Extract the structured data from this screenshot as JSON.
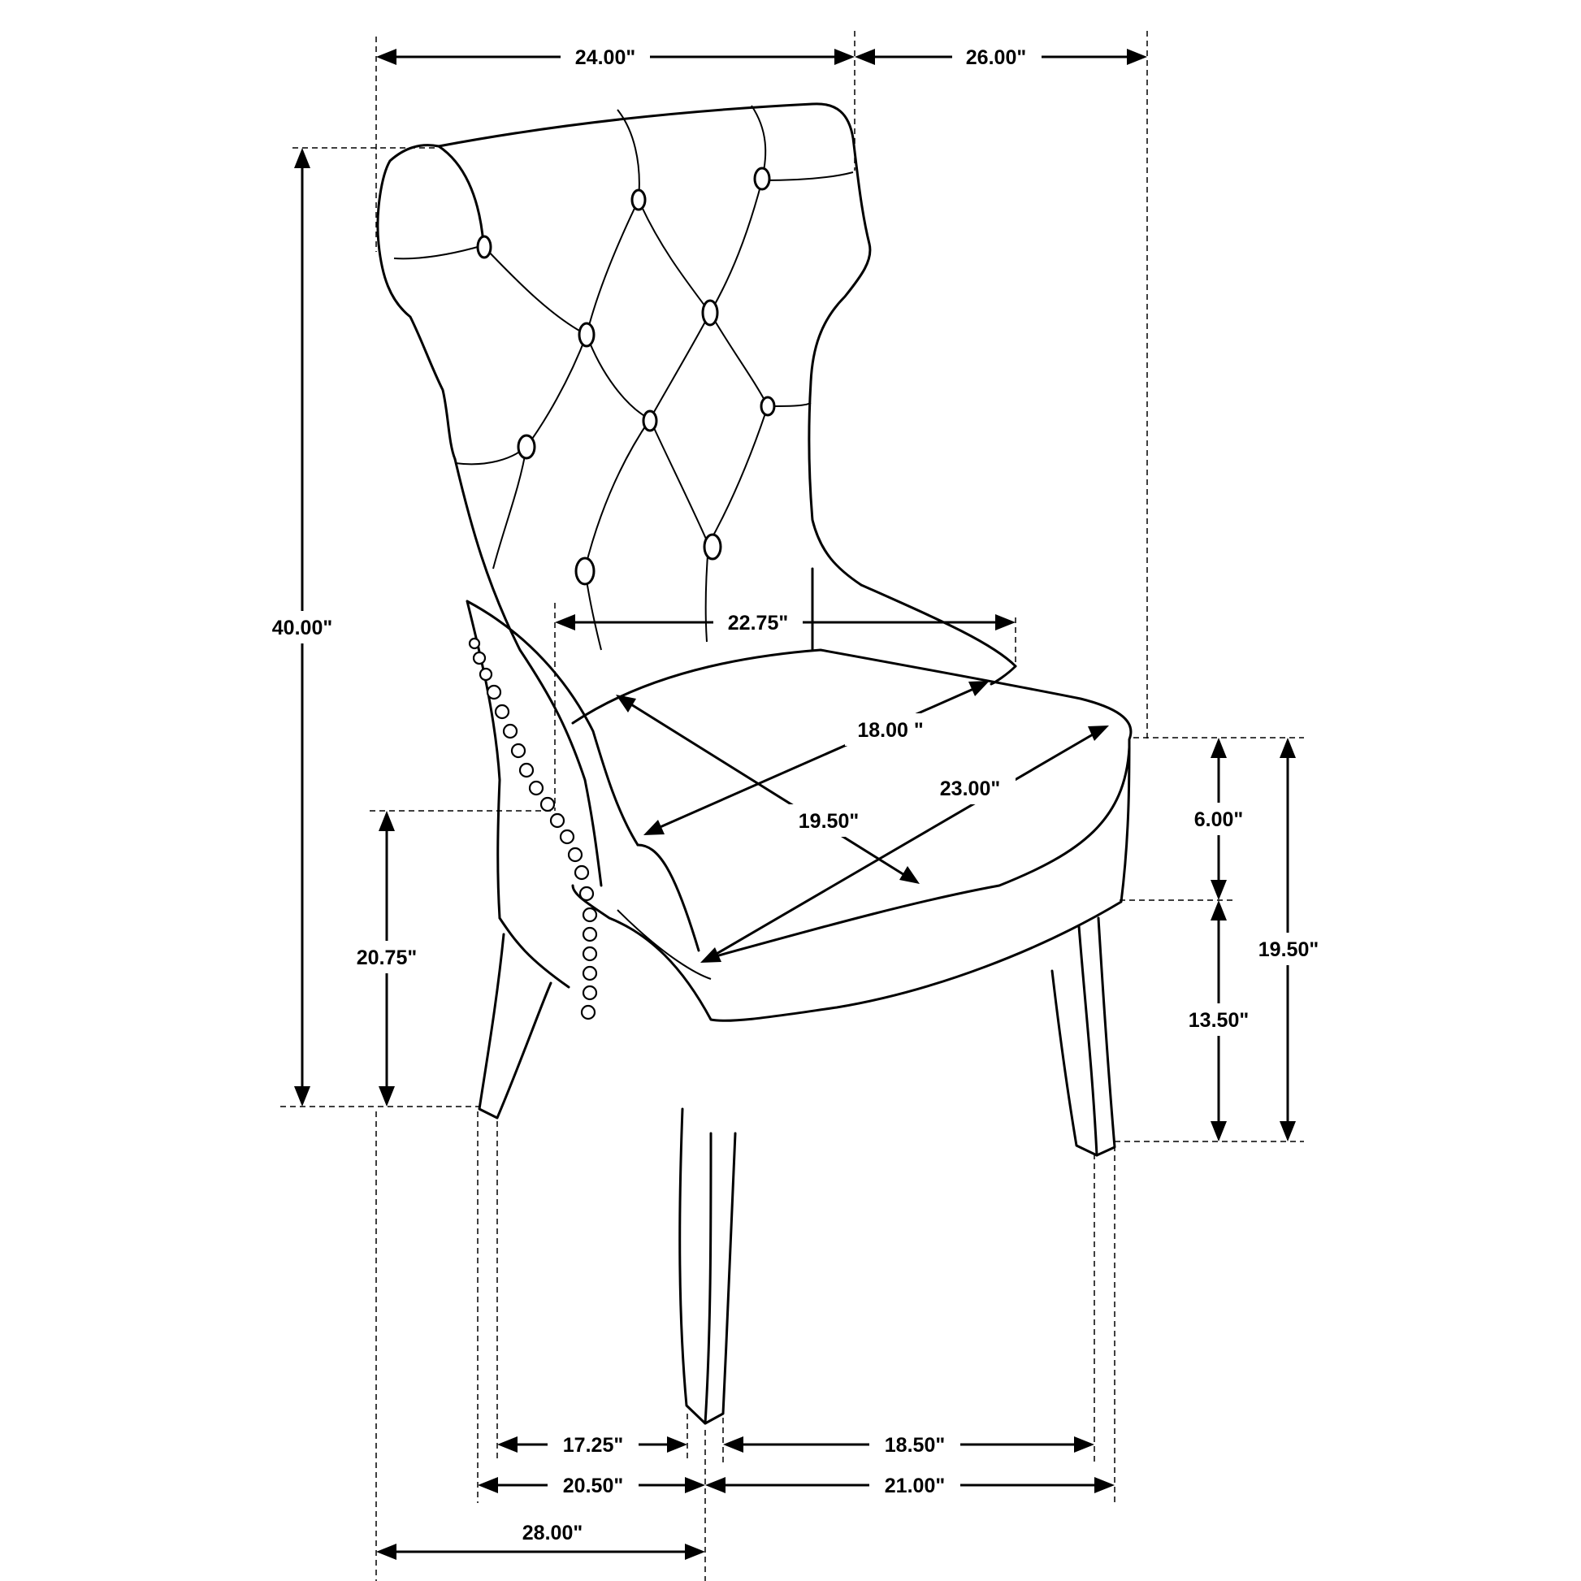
{
  "dimensions": {
    "top_width": "24.00\"",
    "top_depth": "26.00\"",
    "overall_height": "40.00\"",
    "seat_width_back": "22.75\"",
    "seat_diag_back": "18.00 \"",
    "seat_depth_center": "19.50\"",
    "seat_diag_front": "23.00\"",
    "arm_height": "20.75\"",
    "seat_cushion": "6.00\"",
    "leg_height": "13.50\"",
    "seat_height": "19.50\"",
    "inner_leg_left": "17.25\"",
    "inner_leg_right": "18.50\"",
    "outer_leg_left": "20.50\"",
    "outer_leg_right": "21.00\"",
    "base_depth": "28.00\""
  }
}
